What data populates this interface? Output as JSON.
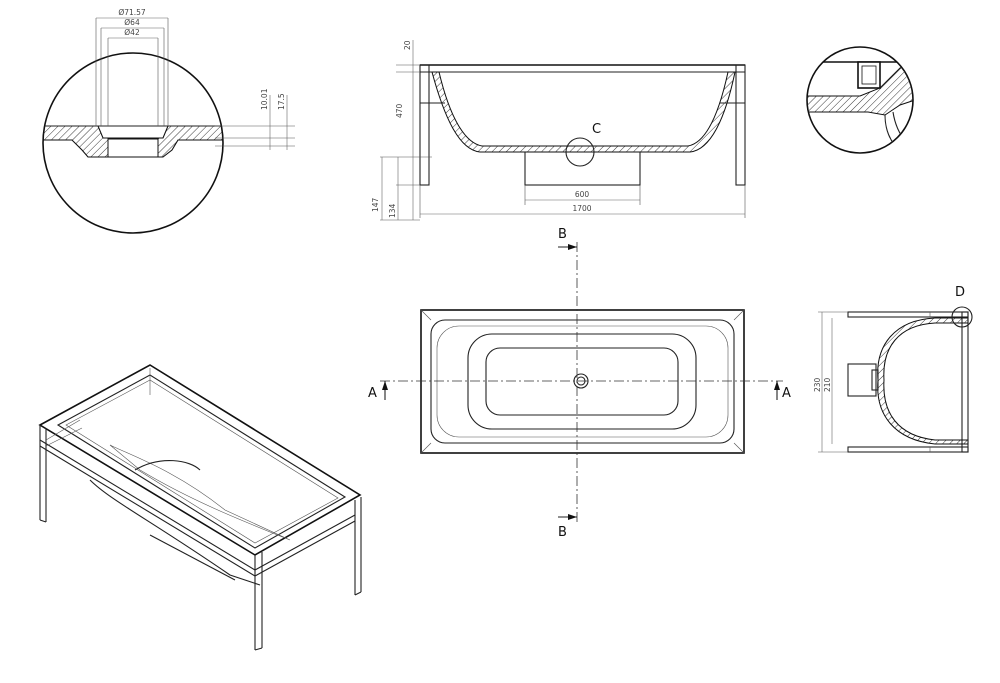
{
  "colors": {
    "line": "#222222",
    "background": "#ffffff",
    "hatch": "#222222"
  },
  "detail_top_left": {
    "dim_outer": "Ø71.57",
    "dim_mid": "Ø64",
    "dim_inner": "Ø42",
    "dim_h1": "10.01",
    "dim_h2": "17.5"
  },
  "section_view": {
    "dim_rim": "20",
    "dim_depth": "470",
    "dim_total": "147",
    "dim_base": "134",
    "dim_base_width": "600",
    "dim_length": "1700",
    "detail_label": "C"
  },
  "plan_view": {
    "section_a_left": "A",
    "section_a_right": "A",
    "section_b_top": "B",
    "section_b_bottom": "B"
  },
  "end_section": {
    "dim_outer": "230",
    "dim_inner": "210",
    "detail_label": "D"
  }
}
